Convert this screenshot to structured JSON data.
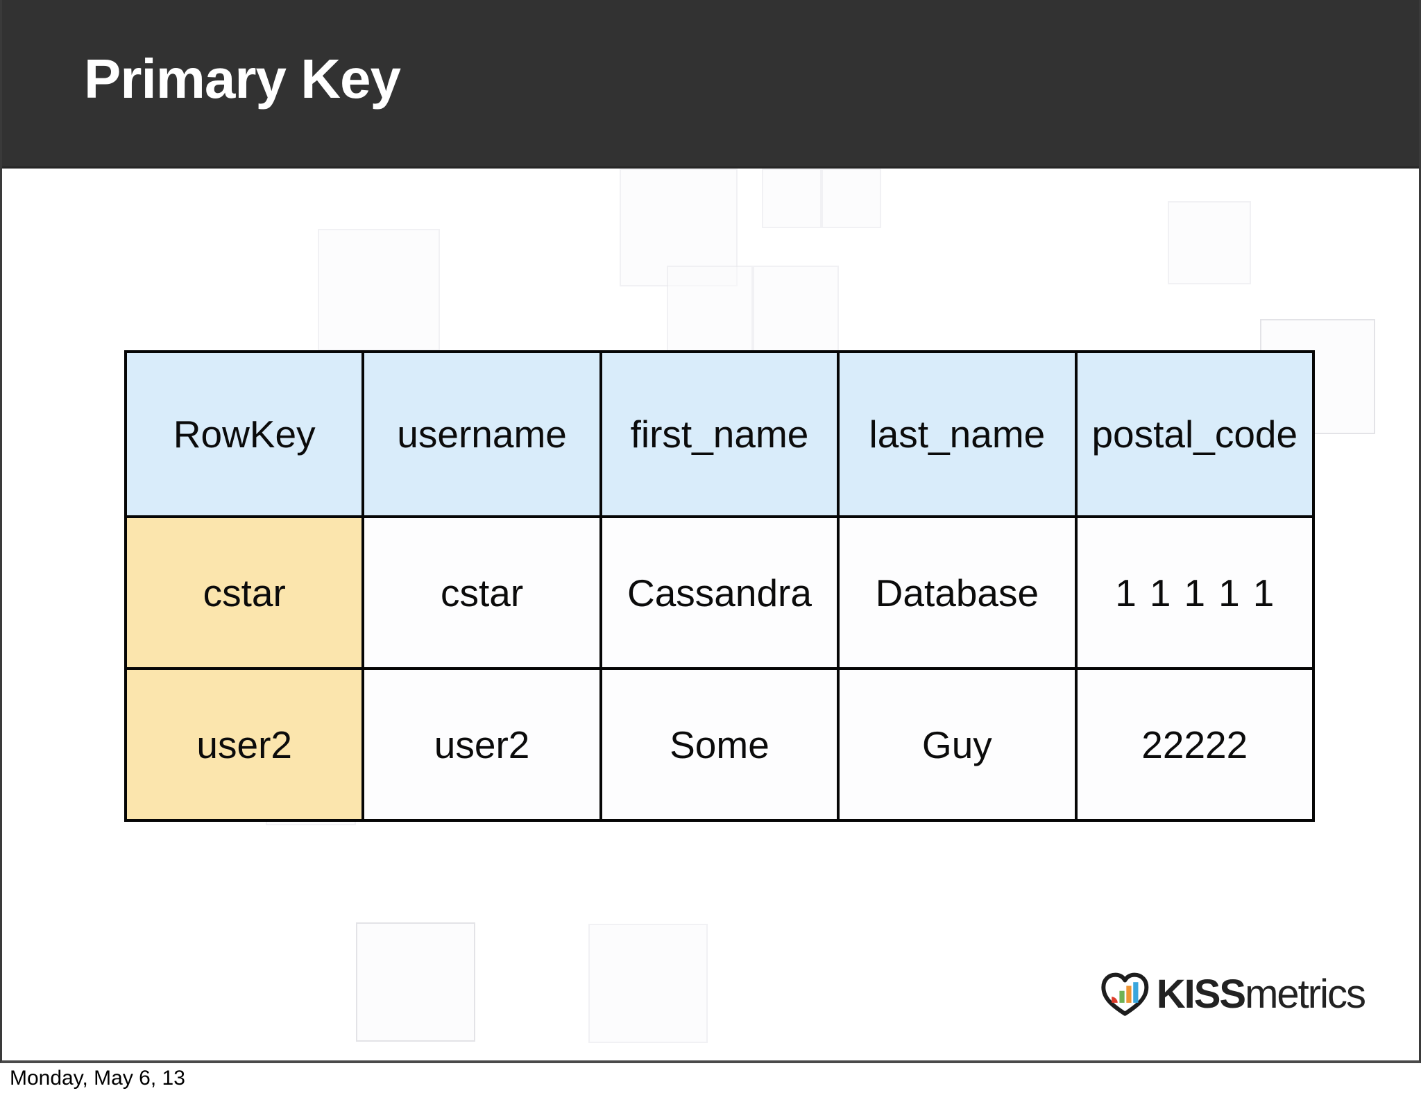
{
  "header": {
    "title": "Primary Key"
  },
  "table": {
    "columns": [
      "RowKey",
      "username",
      "first_name",
      "last_name",
      "postal_code"
    ],
    "rows": [
      [
        "cstar",
        "cstar",
        "Cassandra",
        "Database",
        "11111"
      ],
      [
        "user2",
        "user2",
        "Some",
        "Guy",
        "22222"
      ]
    ]
  },
  "logo": {
    "text_bold": "KISS",
    "text_regular": "metrics",
    "icon": "kissmetrics-heart-chart-icon",
    "bar_colors": {
      "red": "#dd3b2a",
      "green": "#6fb254",
      "orange": "#ef9432",
      "blue": "#3aa6dd"
    }
  },
  "footer": {
    "date": "Monday, May 6, 13"
  },
  "colors": {
    "titlebar_bg": "#323232",
    "title_text": "#ffffff",
    "table_header_bg": "#d9ecfa",
    "rowkey_cell_bg": "#fbe5ad",
    "cell_bg": "#fdfdfe",
    "table_border": "#060606",
    "slide_border": "#3a3a3a"
  }
}
